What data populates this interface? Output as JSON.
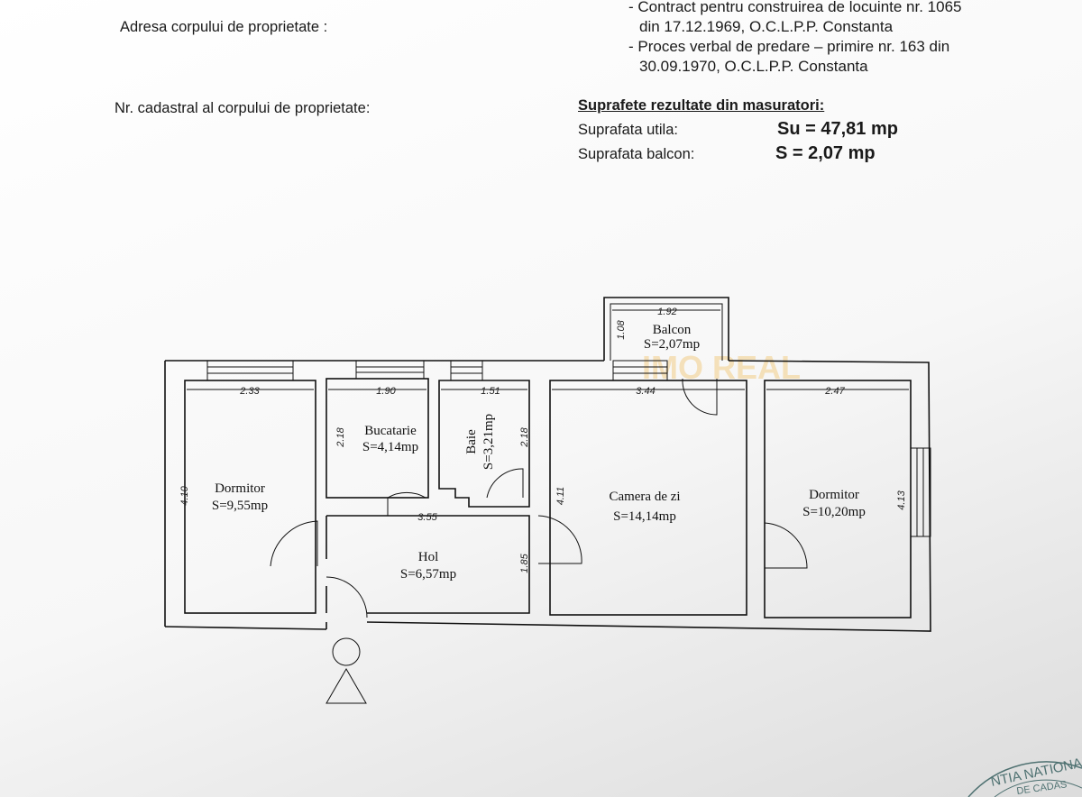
{
  "header": {
    "address_label": "Adresa corpului de proprietate :",
    "cadastral_label": "Nr. cadastral al corpului de proprietate:",
    "documents": [
      "- Contract pentru construirea de locuinte nr. 1065",
      "din 17.12.1969, O.C.L.P.P. Constanta",
      "- Proces verbal de predare – primire nr. 163 din",
      "30.09.1970, O.C.L.P.P. Constanta"
    ]
  },
  "surfaces": {
    "title": "Suprafete rezultate din masuratori:",
    "useful_label": "Suprafata utila:",
    "useful_value": "Su = 47,81 mp",
    "balcony_label": "Suprafata balcon:",
    "balcony_value": "S = 2,07 mp"
  },
  "plan": {
    "rooms": [
      {
        "name": "Dormitor",
        "area": "S=9,55mp",
        "width": "2.33",
        "length": "4.10"
      },
      {
        "name": "Bucatarie",
        "area": "S=4,14mp",
        "width": "1.90",
        "length": "2.18"
      },
      {
        "name": "Baie",
        "area": "S=3,21mp",
        "width": "1.51",
        "length": "2.18"
      },
      {
        "name": "Hol",
        "area": "S=6,57mp",
        "width": "3.55",
        "length": "1.85"
      },
      {
        "name": "Camera de zi",
        "area": "S=14,14mp",
        "width": "3.44",
        "length": "4.11"
      },
      {
        "name": "Dormitor",
        "area": "S=10,20mp",
        "width": "2.47",
        "length": "4.13"
      },
      {
        "name": "Balcon",
        "area": "S=2,07mp",
        "width": "1.92",
        "length": "1.08"
      }
    ],
    "watermark": "IMO REAL"
  },
  "stamp": {
    "text": "AGENTIA NATIONALA DE CADASTRU"
  }
}
